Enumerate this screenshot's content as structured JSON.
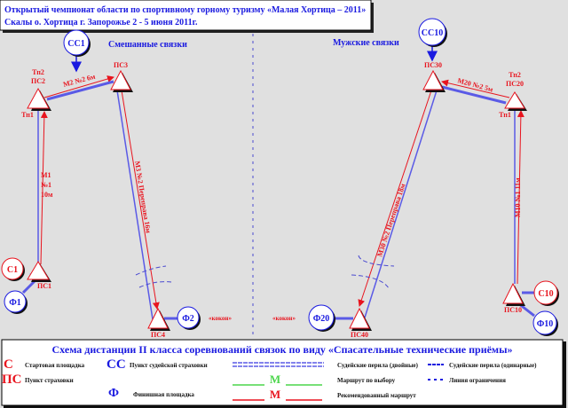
{
  "header": {
    "line1": "Открытый чемпионат области по спортивному горному туризму «Малая Хортица – 2011»",
    "line2": "Скалы о. Хортица г. Запорожье 2 - 5 июня 2011г."
  },
  "sections": {
    "mixed": "Смешанные связки",
    "men": "Мужские связки"
  },
  "nodes": {
    "cc1": "СС1",
    "cc10": "СС10",
    "ps1": "ПС1",
    "ps2": "ПС2",
    "ps3": "ПС3",
    "ps4": "ПС4",
    "ps10": "ПС10",
    "ps20": "ПС20",
    "ps30": "ПС30",
    "ps40": "ПС40",
    "c1": "С1",
    "c10": "С10",
    "f1": "Ф1",
    "f2": "Ф2",
    "f10": "Ф10",
    "f20": "Ф20",
    "tp1": "Тп1",
    "tp2": "Тп2",
    "kokon": "«кокон»"
  },
  "stages": {
    "m1a": "М1",
    "m1b": "№1",
    "m1c": "10м",
    "m2": "М2 №2 6м",
    "m3": "М3 №2 Переправа 16м",
    "m10": "М10 №1 11м",
    "m20": "М20 №2 5м",
    "m30": "М30 №2 Переправа 18м"
  },
  "legend": {
    "title": "Схема дистанции II класса соревнований связок по виду «Спасательные технические приёмы»",
    "c_sym": "С",
    "c_label": "Стартовая площадка",
    "ps_sym": "ПС",
    "ps_label": "Пункт страховки",
    "cc_sym": "СС",
    "cc_label": "Пункт судейской страховки",
    "f_sym": "Ф",
    "f_label": "Финишная площадка",
    "double": "Судейские перила (двойные)",
    "single": "Судейские перила (одинарные)",
    "m_sym": "М",
    "choice": "Маршрут по выбору",
    "limit": "Линия ограничения",
    "recommended": "Рекомендованный маршрут"
  },
  "colors": {
    "red": "#e8141e",
    "blue": "#1a1ae0",
    "route_blue": "#5a5ae6",
    "green": "#4cd64c"
  }
}
